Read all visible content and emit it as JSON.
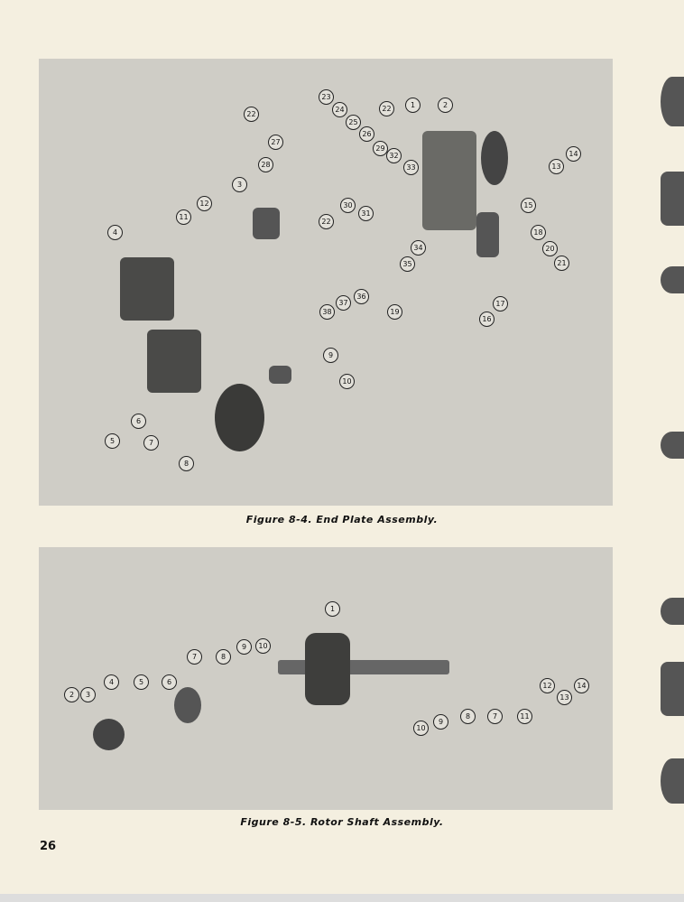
{
  "figure1": {
    "caption": "Figure 8-4. End Plate Assembly.",
    "callouts": [
      "23",
      "24",
      "25",
      "26",
      "22",
      "1",
      "2",
      "22",
      "27",
      "28",
      "29",
      "32",
      "33",
      "3",
      "30",
      "31",
      "22",
      "12",
      "11",
      "4",
      "15",
      "18",
      "20",
      "21",
      "34",
      "35",
      "14",
      "13",
      "36",
      "37",
      "38",
      "19",
      "17",
      "16",
      "9",
      "10",
      "6",
      "5",
      "7",
      "8"
    ]
  },
  "figure2": {
    "caption": "Figure 8-5. Rotor Shaft Assembly.",
    "callouts": [
      "1",
      "9",
      "10",
      "7",
      "8",
      "4",
      "5",
      "6",
      "2",
      "3",
      "14",
      "12",
      "13",
      "11",
      "7",
      "8",
      "9",
      "10"
    ]
  },
  "page_number": "26"
}
